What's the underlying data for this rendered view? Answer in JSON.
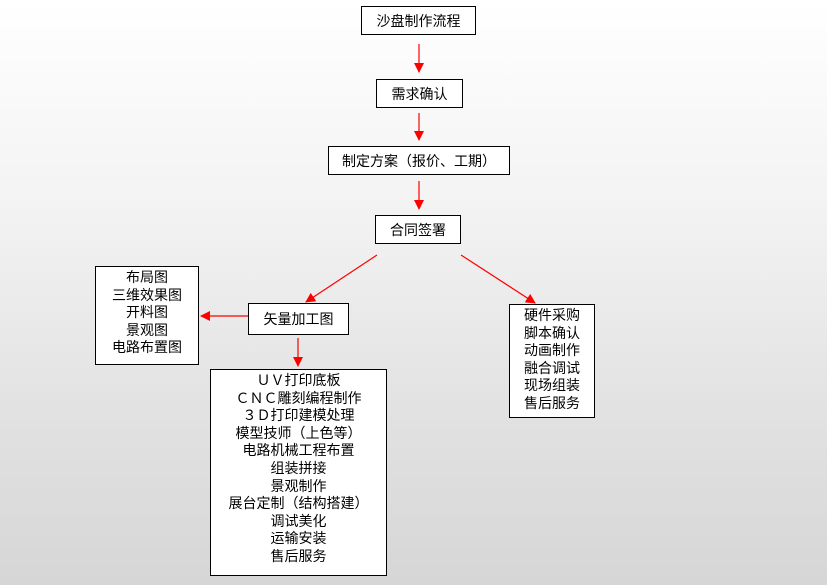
{
  "colors": {
    "arrow": "#ff0000",
    "border": "#000000",
    "box": "#ffffff"
  },
  "nodes": {
    "start": "沙盘制作流程",
    "requirement": "需求确认",
    "plan": "制定方案（报价、工期）",
    "contract": "合同签署",
    "vector": "矢量加工图",
    "drawings": [
      "布局图",
      "三维效果图",
      "开料图",
      "景观图",
      "电路布置图"
    ],
    "hardware": [
      "硬件采购",
      "脚本确认",
      "动画制作",
      "融合调试",
      "现场组装",
      "售后服务"
    ],
    "production": [
      "ＵＶ打印底板",
      "ＣＮＣ雕刻编程制作",
      "３Ｄ打印建模处理",
      "模型技师（上色等）",
      "电路机械工程布置",
      "组装拼接",
      "景观制作",
      "展台定制（结构搭建）",
      "调试美化",
      "运输安装",
      "售后服务"
    ]
  }
}
